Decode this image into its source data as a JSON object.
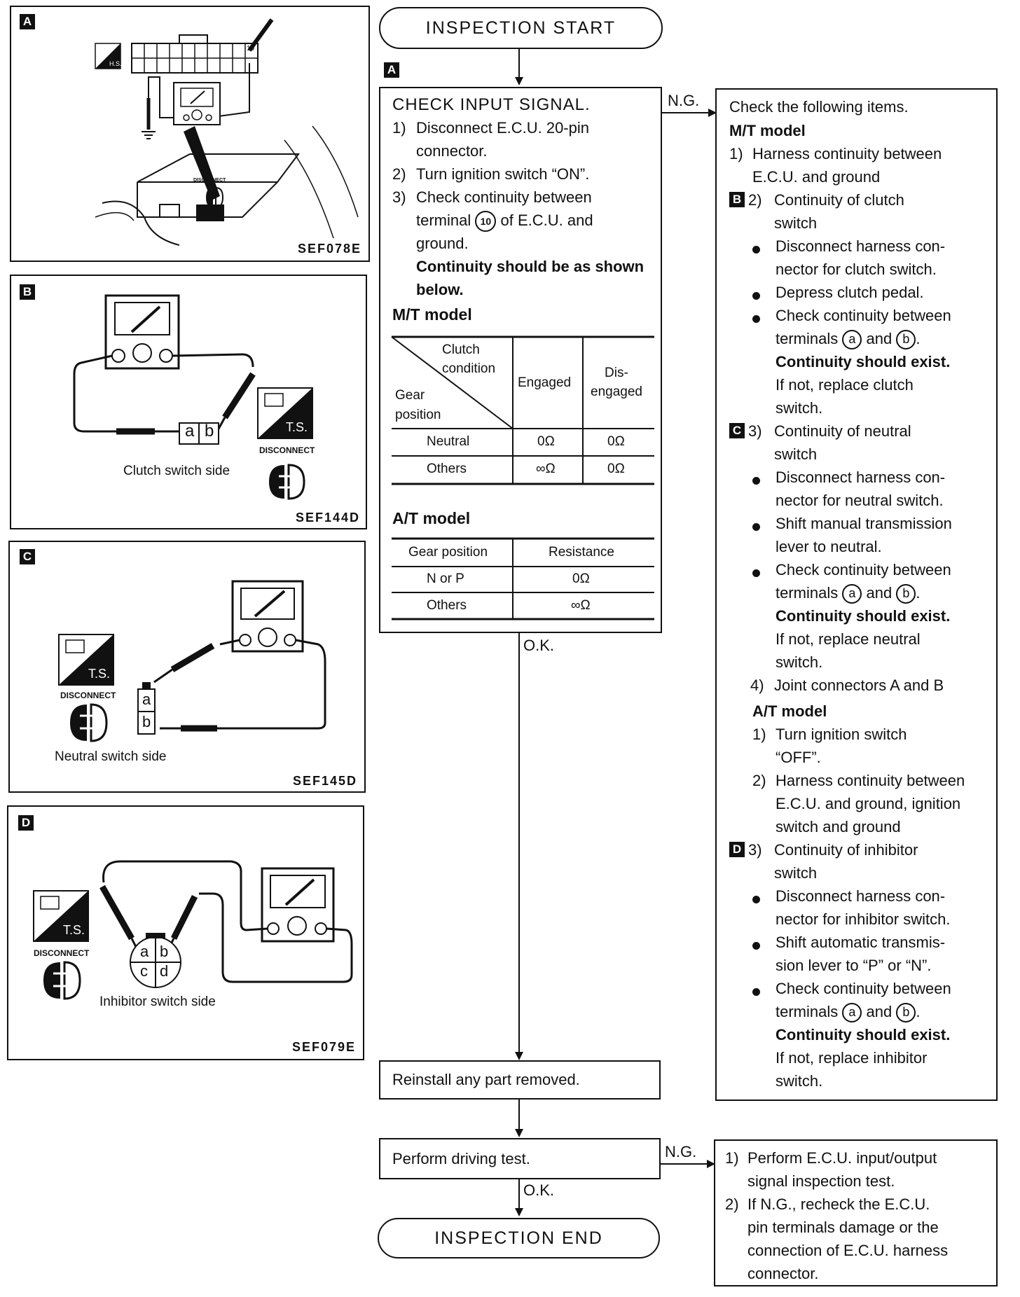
{
  "figures": {
    "A": {
      "tag": "A",
      "code": "SEF078E",
      "hs": "H.S.",
      "pin": "10",
      "disconnect": "DISCONNECT"
    },
    "B": {
      "tag": "B",
      "code": "SEF144D",
      "caption": "Clutch switch side",
      "ts": "T.S.",
      "disconnect": "DISCONNECT",
      "term_a": "a",
      "term_b": "b"
    },
    "C": {
      "tag": "C",
      "code": "SEF145D",
      "caption": "Neutral switch side",
      "ts": "T.S.",
      "disconnect": "DISCONNECT",
      "term_a": "a",
      "term_b": "b"
    },
    "D": {
      "tag": "D",
      "code": "SEF079E",
      "caption": "Inhibitor switch side",
      "ts": "T.S.",
      "disconnect": "DISCONNECT",
      "term_a": "a",
      "term_b": "b",
      "term_c": "c",
      "term_d": "d"
    }
  },
  "flow": {
    "start": "INSPECTION START",
    "end": "INSPECTION END",
    "ng": "N.G.",
    "ok": "O.K.",
    "reinstall": "Reinstall any part removed.",
    "driving": "Perform driving test."
  },
  "check": {
    "tag": "A",
    "title": "CHECK INPUT SIGNAL.",
    "s1_num": "1)",
    "s1a": "Disconnect E.C.U. 20-pin",
    "s1b": "connector.",
    "s2_num": "2)",
    "s2": "Turn ignition switch “ON”.",
    "s3_num": "3)",
    "s3a": "Check continuity between",
    "s3b_pre": "terminal",
    "s3b_circ": "10",
    "s3b_post": "of E.C.U. and",
    "s3c": "ground.",
    "bold1": "Continuity should be as shown",
    "bold2": "below.",
    "mt_heading": "M/T model",
    "mt_clutch1": "Clutch",
    "mt_clutch2": "condition",
    "mt_gear1": "Gear",
    "mt_gear2": "position",
    "mt_col1": "Engaged",
    "mt_col2a": "Dis-",
    "mt_col2b": "engaged",
    "mt_r1_label": "Neutral",
    "mt_r1_c1": "0Ω",
    "mt_r1_c2": "0Ω",
    "mt_r2_label": "Others",
    "mt_r2_c1": "∞Ω",
    "mt_r2_c2": "0Ω",
    "at_heading": "A/T model",
    "at_col1": "Gear position",
    "at_col2": "Resistance",
    "at_r1_label": "N or P",
    "at_r1_val": "0Ω",
    "at_r2_label": "Others",
    "at_r2_val": "∞Ω"
  },
  "ngbox": {
    "intro": "Check the following items.",
    "mt_heading": "M/T model",
    "i1_num": "1)",
    "i1a": "Harness continuity between",
    "i1b": "E.C.U. and ground",
    "tagB": "B",
    "i2_num": "2)",
    "i2a": "Continuity of clutch",
    "i2b": "switch",
    "i2_b1a": "Disconnect harness con-",
    "i2_b1b": "nector for clutch switch.",
    "i2_b2": "Depress clutch pedal.",
    "i2_b3a": "Check continuity between",
    "i2_b3b_pre": "terminals",
    "i2_b3b_a": "a",
    "i2_b3b_and": "and",
    "i2_b3b_b": "b",
    "i2_bold": "Continuity should exist.",
    "i2_r1": "If not, replace clutch",
    "i2_r2": "switch.",
    "tagC": "C",
    "i3_num": "3)",
    "i3a": "Continuity of neutral",
    "i3b": "switch",
    "i3_b1a": "Disconnect harness con-",
    "i3_b1b": "nector for neutral switch.",
    "i3_b2a": "Shift manual transmission",
    "i3_b2b": "lever to neutral.",
    "i3_b3a": "Check continuity between",
    "i3_b3b_pre": "terminals",
    "i3_b3b_a": "a",
    "i3_b3b_and": "and",
    "i3_b3b_b": "b",
    "i3_bold": "Continuity should exist.",
    "i3_r1": "If not, replace neutral",
    "i3_r2": "switch.",
    "i4_num": "4)",
    "i4": "Joint connectors A and B",
    "at_heading": "A/T model",
    "a1_num": "1)",
    "a1a": "Turn ignition switch",
    "a1b": "“OFF”.",
    "a2_num": "2)",
    "a2a": "Harness continuity between",
    "a2b": "E.C.U. and ground, ignition",
    "a2c": "switch and ground",
    "tagD": "D",
    "a3_num": "3)",
    "a3a": "Continuity of inhibitor",
    "a3b": "switch",
    "a3_b1a": "Disconnect harness con-",
    "a3_b1b": "nector for inhibitor switch.",
    "a3_b2a": "Shift automatic transmis-",
    "a3_b2b": "sion lever to “P” or “N”.",
    "a3_b3a": "Check continuity between",
    "a3_b3b_pre": "terminals",
    "a3_b3b_a": "a",
    "a3_b3b_and": "and",
    "a3_b3b_b": "b",
    "a3_bold": "Continuity should exist.",
    "a3_r1": "If not, replace inhibitor",
    "a3_r2": "switch."
  },
  "final": {
    "n1": "1)",
    "t1a": "Perform E.C.U. input/output",
    "t1b": "signal inspection test.",
    "n2": "2)",
    "t2a": "If N.G., recheck the E.C.U.",
    "t2b": "pin terminals damage or the",
    "t2c": "connection of E.C.U. harness",
    "t2d": "connector."
  }
}
